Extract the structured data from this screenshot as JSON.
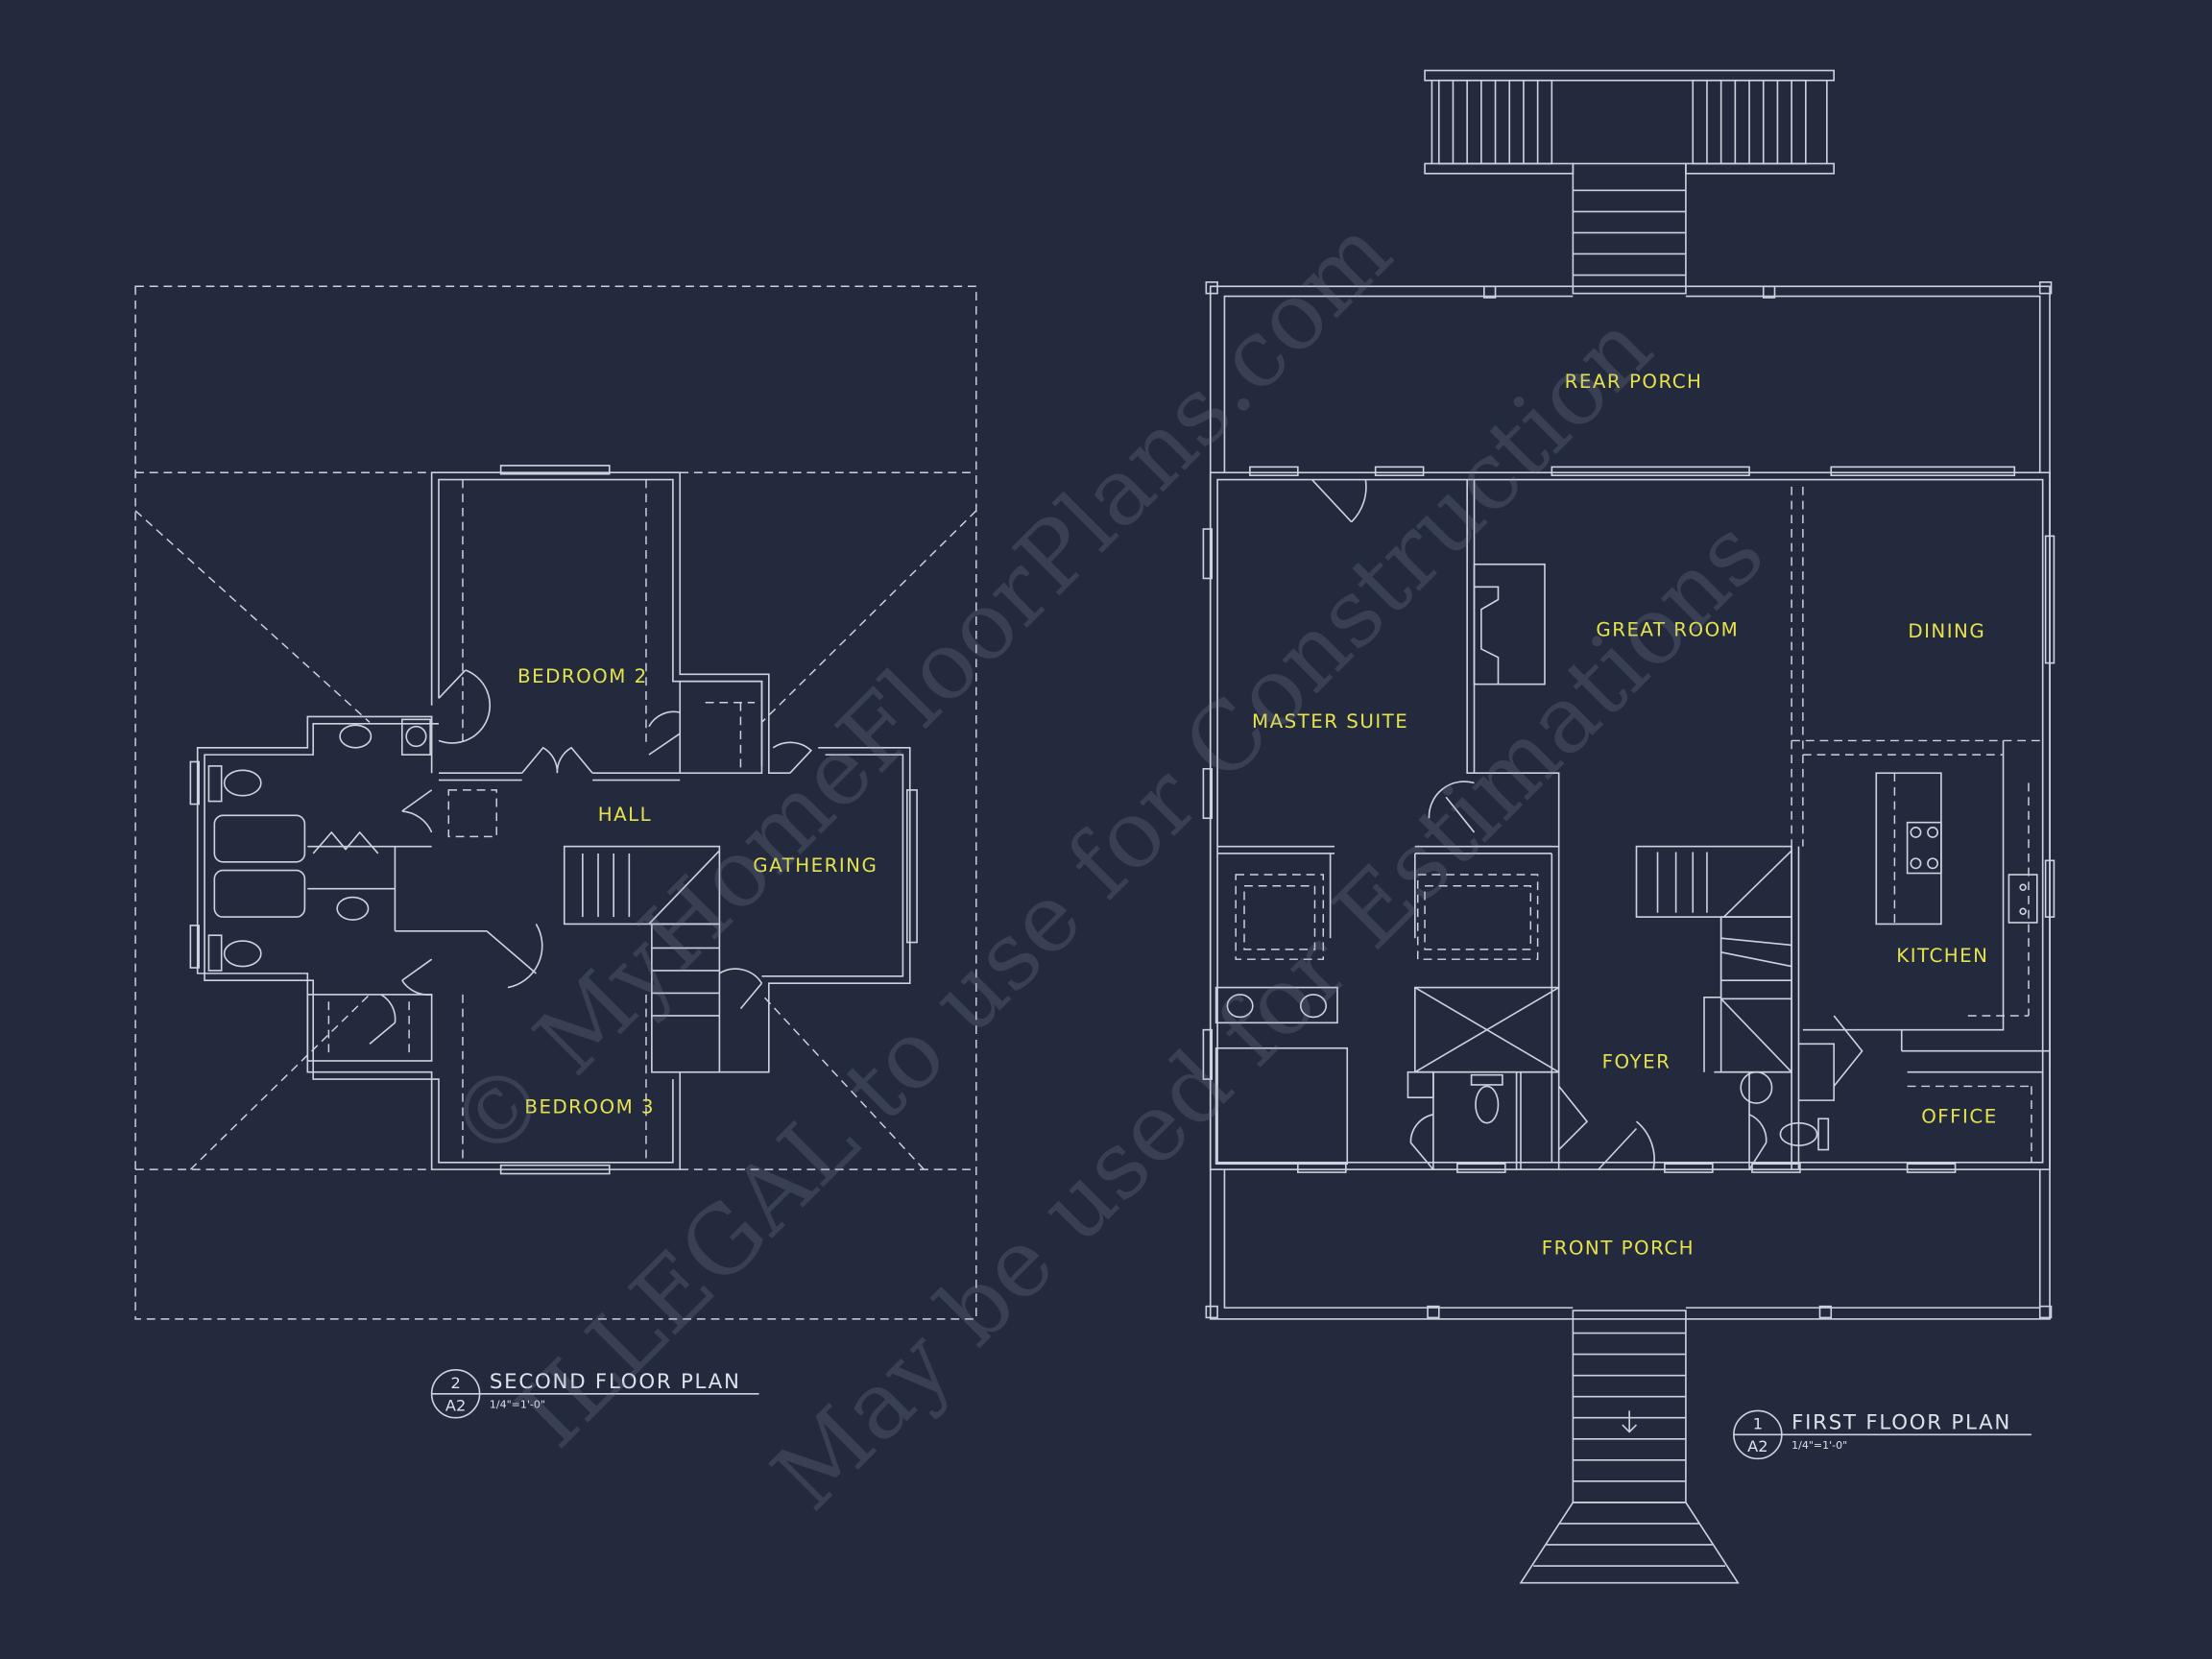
{
  "colors": {
    "background": "#232a3e",
    "linework": "#cdd2de",
    "room_labels": "#e6e24c"
  },
  "second_floor": {
    "rooms": {
      "bedroom2": "BEDROOM 2",
      "hall": "HALL",
      "gathering": "GATHERING",
      "bedroom3": "BEDROOM 3"
    },
    "title": {
      "number": "2",
      "sheet": "A2",
      "name": "SECOND FLOOR PLAN",
      "scale": "1/4\"=1'-0\""
    }
  },
  "first_floor": {
    "rooms": {
      "rear_porch": "REAR PORCH",
      "master_suite": "MASTER SUITE",
      "great_room": "GREAT ROOM",
      "dining": "DINING",
      "kitchen": "KITCHEN",
      "foyer": "FOYER",
      "office": "OFFICE",
      "front_porch": "FRONT PORCH"
    },
    "title": {
      "number": "1",
      "sheet": "A2",
      "name": "FIRST FLOOR PLAN",
      "scale": "1/4\"=1'-0\""
    }
  },
  "watermark": {
    "line1": "© MyHomeFloorPlans.com",
    "line2": "ILLEGAL to use for Construction",
    "line3": "May be used for Estimations"
  }
}
